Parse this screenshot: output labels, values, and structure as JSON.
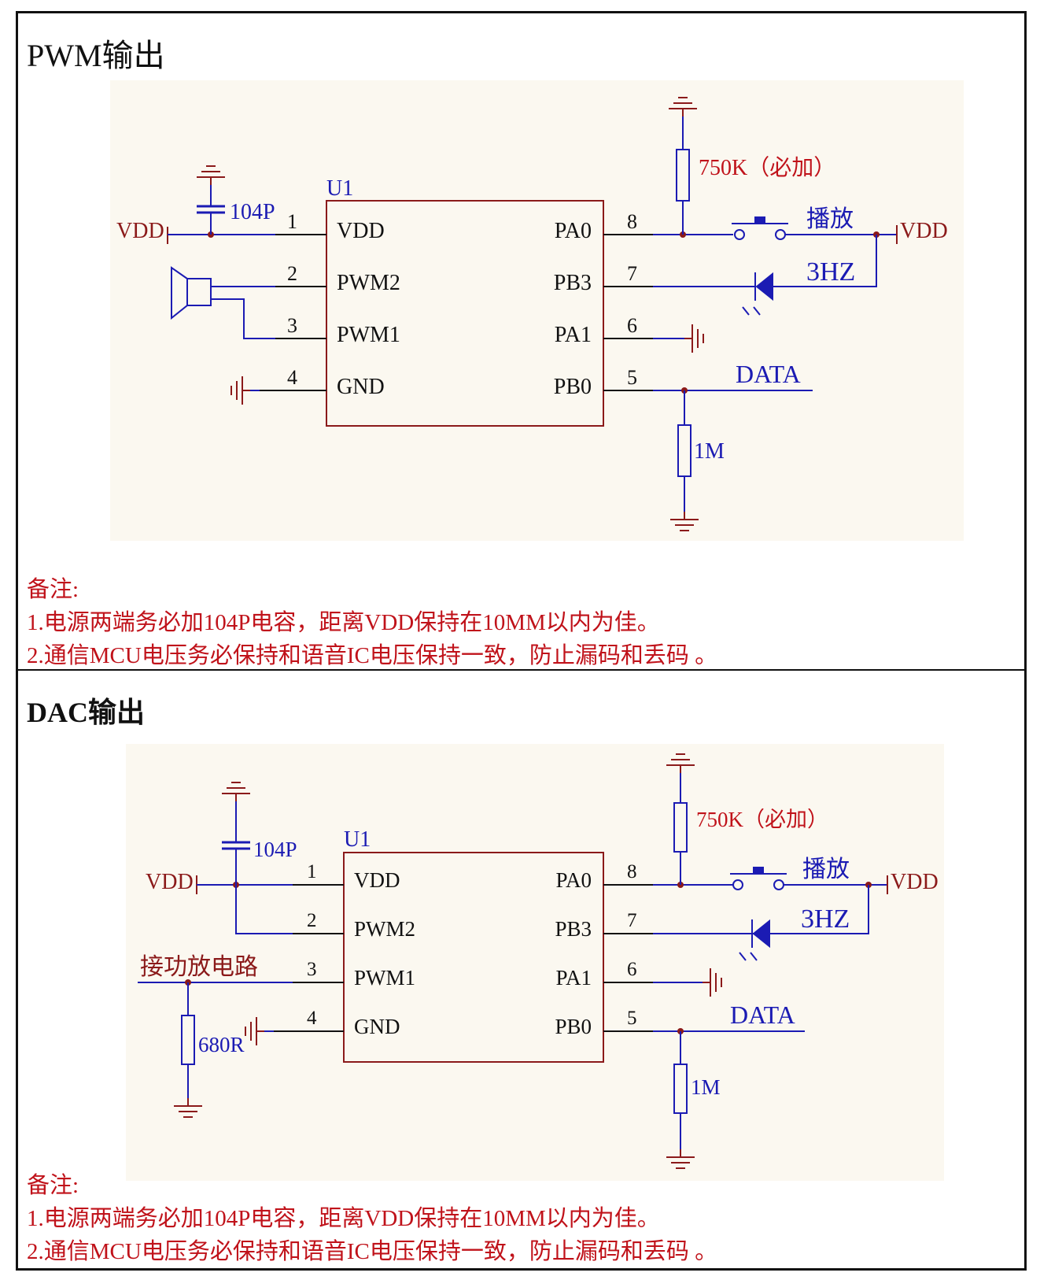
{
  "colors": {
    "wire": "#1b1bb3",
    "part": "#8b1a1a",
    "note": "#c0121a",
    "panel": "#fbf8f0"
  },
  "sections": [
    {
      "title": "PWM输出",
      "chip": {
        "ref": "U1",
        "left_pins": [
          {
            "num": "1",
            "name": "VDD"
          },
          {
            "num": "2",
            "name": "PWM2"
          },
          {
            "num": "3",
            "name": "PWM1"
          },
          {
            "num": "4",
            "name": "GND"
          }
        ],
        "right_pins": [
          {
            "num": "8",
            "name": "PA0"
          },
          {
            "num": "7",
            "name": "PB3"
          },
          {
            "num": "6",
            "name": "PA1"
          },
          {
            "num": "5",
            "name": "PB0"
          }
        ]
      },
      "labels": {
        "vdd_left": "VDD",
        "vdd_right": "VDD",
        "cap": "104P",
        "r_pullup": "750K（必加）",
        "switch": "播放",
        "led": "3HZ",
        "data": "DATA",
        "r_data": "1M"
      },
      "notes": [
        "备注:",
        "1.电源两端务必加104P电容，距离VDD保持在10MM以内为佳。",
        "2.通信MCU电压务必保持和语音IC电压保持一致，防止漏码和丢码 。"
      ]
    },
    {
      "title": "DAC输出",
      "chip": {
        "ref": "U1",
        "left_pins": [
          {
            "num": "1",
            "name": "VDD"
          },
          {
            "num": "2",
            "name": "PWM2"
          },
          {
            "num": "3",
            "name": "PWM1"
          },
          {
            "num": "4",
            "name": "GND"
          }
        ],
        "right_pins": [
          {
            "num": "8",
            "name": "PA0"
          },
          {
            "num": "7",
            "name": "PB3"
          },
          {
            "num": "6",
            "name": "PA1"
          },
          {
            "num": "5",
            "name": "PB0"
          }
        ]
      },
      "labels": {
        "vdd_left": "VDD",
        "vdd_right": "VDD",
        "cap": "104P",
        "r_pullup": "750K（必加）",
        "switch": "播放",
        "led": "3HZ",
        "data": "DATA",
        "r_data": "1M",
        "amp": "接功放电路",
        "r_amp": "680R"
      },
      "notes": [
        "备注:",
        "1.电源两端务必加104P电容，距离VDD保持在10MM以内为佳。",
        "2.通信MCU电压务必保持和语音IC电压保持一致，防止漏码和丢码 。"
      ]
    }
  ]
}
